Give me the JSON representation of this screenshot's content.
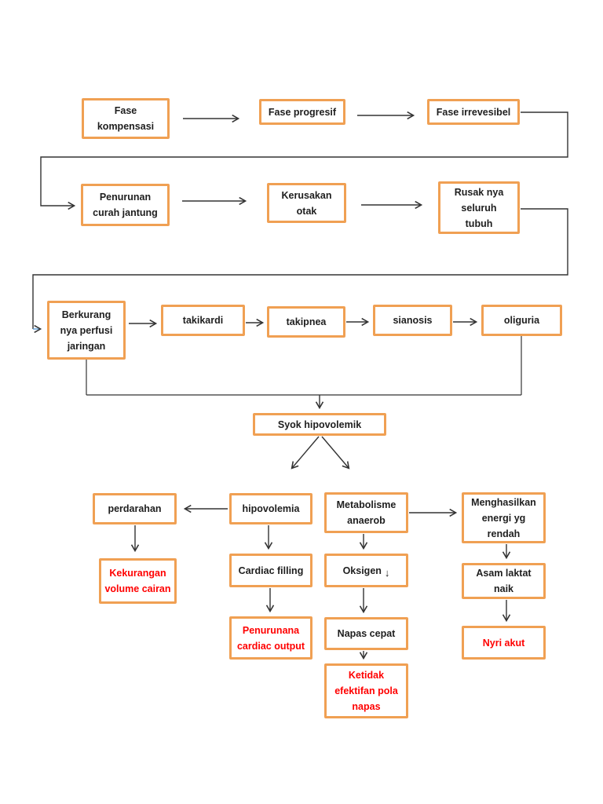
{
  "colors": {
    "page_bg": "#ffffff",
    "box_border": "#F0A053",
    "text": "#1E1E1E",
    "red_text": "#FF0000",
    "line": "#333333",
    "blue_arrow": "#5B9BD5"
  },
  "diagram": {
    "nodes": {
      "fase_kompensasi": {
        "label": "Fase\nkompensasi"
      },
      "fase_progresif": {
        "label": "Fase progresif"
      },
      "fase_irrevesibel": {
        "label": "Fase irrevesibel"
      },
      "penurunan_curah_jantung": {
        "label": "Penurunan\ncurah jantung"
      },
      "kerusakan_otak": {
        "label": "Kerusakan\notak"
      },
      "rusak_nya_seluruh_tubuh": {
        "label": "Rusak nya\nseluruh\ntubuh"
      },
      "berkurang_nya_perfusi_jaringan": {
        "label": "Berkurang\nnya perfusi\njaringan"
      },
      "takikardi": {
        "label": "takikardi"
      },
      "takipnea": {
        "label": "takipnea"
      },
      "sianosis": {
        "label": "sianosis"
      },
      "oliguria": {
        "label": "oliguria"
      },
      "syok_hipovolemik": {
        "label": "Syok hipovolemik"
      },
      "perdarahan": {
        "label": "perdarahan"
      },
      "hipovolemia": {
        "label": "hipovolemia"
      },
      "metabolisme_anaerob": {
        "label": "Metabolisme\nanaerob"
      },
      "menghasilkan_energi_yg_rendah": {
        "label": "Menghasilkan\nenergi yg\nrendah"
      },
      "kekurangan_volume_cairan": {
        "label": "Kekurangan\nvolume cairan"
      },
      "cardiac_filling": {
        "label": "Cardiac filling"
      },
      "oksigen": {
        "label": "Oksigen",
        "suffix_icon": "↓"
      },
      "asam_laktat_naik": {
        "label": "Asam laktat\nnaik"
      },
      "penurunana_cardiac_output": {
        "label": "Penurunana\ncardiac output"
      },
      "napas_cepat": {
        "label": "Napas cepat"
      },
      "nyri_akut": {
        "label": "Nyri akut"
      },
      "ketidak_efektifan_pola_napas": {
        "label": "Ketidak\nefektifan pola\nnapas"
      }
    },
    "edges": [
      {
        "from": "fase_kompensasi",
        "to": "fase_progresif"
      },
      {
        "from": "fase_progresif",
        "to": "fase_irrevesibel"
      },
      {
        "from": "fase_irrevesibel",
        "to": "penurunan_curah_jantung"
      },
      {
        "from": "penurunan_curah_jantung",
        "to": "kerusakan_otak"
      },
      {
        "from": "kerusakan_otak",
        "to": "rusak_nya_seluruh_tubuh"
      },
      {
        "from": "rusak_nya_seluruh_tubuh",
        "to": "berkurang_nya_perfusi_jaringan"
      },
      {
        "from": "berkurang_nya_perfusi_jaringan",
        "to": "takikardi"
      },
      {
        "from": "takikardi",
        "to": "takipnea"
      },
      {
        "from": "takipnea",
        "to": "sianosis"
      },
      {
        "from": "sianosis",
        "to": "oliguria"
      },
      {
        "from": "berkurang_nya_perfusi_jaringan",
        "to": "syok_hipovolemik"
      },
      {
        "from": "oliguria",
        "to": "syok_hipovolemik"
      },
      {
        "from": "syok_hipovolemik",
        "to": "hipovolemia"
      },
      {
        "from": "syok_hipovolemik",
        "to": "metabolisme_anaerob"
      },
      {
        "from": "hipovolemia",
        "to": "perdarahan"
      },
      {
        "from": "metabolisme_anaerob",
        "to": "menghasilkan_energi_yg_rendah"
      },
      {
        "from": "perdarahan",
        "to": "kekurangan_volume_cairan"
      },
      {
        "from": "hipovolemia",
        "to": "cardiac_filling"
      },
      {
        "from": "metabolisme_anaerob",
        "to": "oksigen"
      },
      {
        "from": "menghasilkan_energi_yg_rendah",
        "to": "asam_laktat_naik"
      },
      {
        "from": "cardiac_filling",
        "to": "penurunana_cardiac_output"
      },
      {
        "from": "oksigen",
        "to": "napas_cepat"
      },
      {
        "from": "asam_laktat_naik",
        "to": "nyri_akut"
      },
      {
        "from": "napas_cepat",
        "to": "ketidak_efektifan_pola_napas"
      }
    ]
  }
}
